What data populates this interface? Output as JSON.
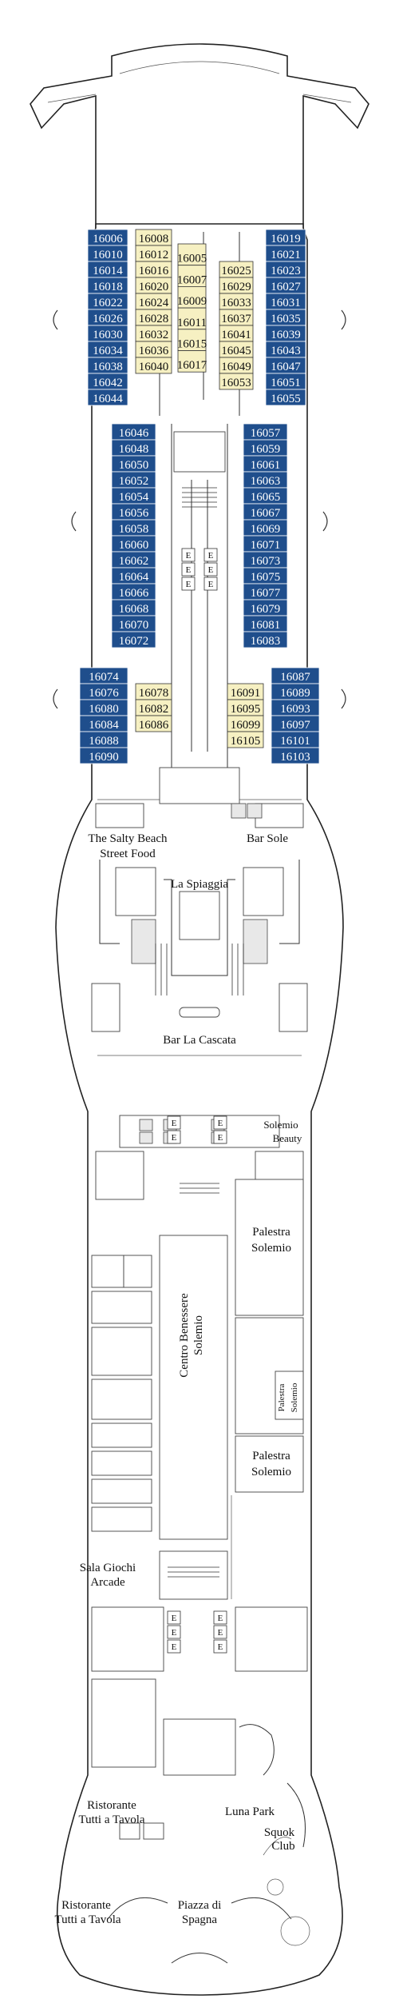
{
  "cabins": {
    "left_outer": [
      "16006",
      "16010",
      "16014",
      "16018",
      "16022",
      "16026",
      "16030",
      "16034",
      "16038",
      "16042",
      "16044"
    ],
    "left_inner": [
      "16008",
      "16012",
      "16016",
      "16020",
      "16024",
      "16028",
      "16032",
      "16036",
      "16040"
    ],
    "center_left": [
      "16005",
      "16007",
      "16009",
      "16011",
      "16015",
      "16017"
    ],
    "center_right": [
      "16025",
      "16029",
      "16033",
      "16037",
      "16041",
      "16045",
      "16049",
      "16053"
    ],
    "right_outer": [
      "16019",
      "16021",
      "16023",
      "16027",
      "16031",
      "16035",
      "16039",
      "16043",
      "16047",
      "16051",
      "16055"
    ],
    "mid_left": [
      "16046",
      "16048",
      "16050",
      "16052",
      "16054",
      "16056",
      "16058",
      "16060",
      "16062",
      "16064",
      "16066",
      "16068",
      "16070",
      "16072"
    ],
    "mid_right": [
      "16057",
      "16059",
      "16061",
      "16063",
      "16065",
      "16067",
      "16069",
      "16071",
      "16073",
      "16075",
      "16077",
      "16079",
      "16081",
      "16083"
    ],
    "aft_left_outer": [
      "16074",
      "16076",
      "16080",
      "16084",
      "16088",
      "16090"
    ],
    "aft_left_inner": [
      "16078",
      "16082",
      "16086"
    ],
    "aft_right_inner": [
      "16091",
      "16095",
      "16099",
      "16105"
    ],
    "aft_right_outer": [
      "16087",
      "16089",
      "16093",
      "16097",
      "16101",
      "16103"
    ]
  },
  "venues": {
    "salty_beach_1": "The Salty Beach",
    "salty_beach_2": "Street Food",
    "bar_sole": "Bar Sole",
    "la_spiaggia": "La Spiaggia",
    "bar_la_cascata": "Bar La Cascata",
    "solemio_beauty_1": "Solemio",
    "solemio_beauty_2": "Beauty",
    "palestra_1": "Palestra",
    "palestra_2": "Solemio",
    "palestra_small_1": "Palestra",
    "palestra_small_2": "Solemio",
    "palestra_b_1": "Palestra",
    "palestra_b_2": "Solemio",
    "centro_1": "Centro Benessere",
    "centro_2": "Solemio",
    "sala_giochi_1": "Sala Giochi",
    "sala_giochi_2": "Arcade",
    "ristorante_a_1": "Ristorante",
    "ristorante_a_2": "Tutti a Tavola",
    "luna_park": "Luna Park",
    "squok_1": "Squok",
    "squok_2": "Club",
    "ristorante_b_1": "Ristorante",
    "ristorante_b_2": "Tutti a Tavola",
    "piazza_1": "Piazza di",
    "piazza_2": "Spagna",
    "elevator_letter": "E"
  },
  "colors": {
    "cabin_outside": "#1f4e8c",
    "cabin_inside": "#f6f0c2"
  }
}
